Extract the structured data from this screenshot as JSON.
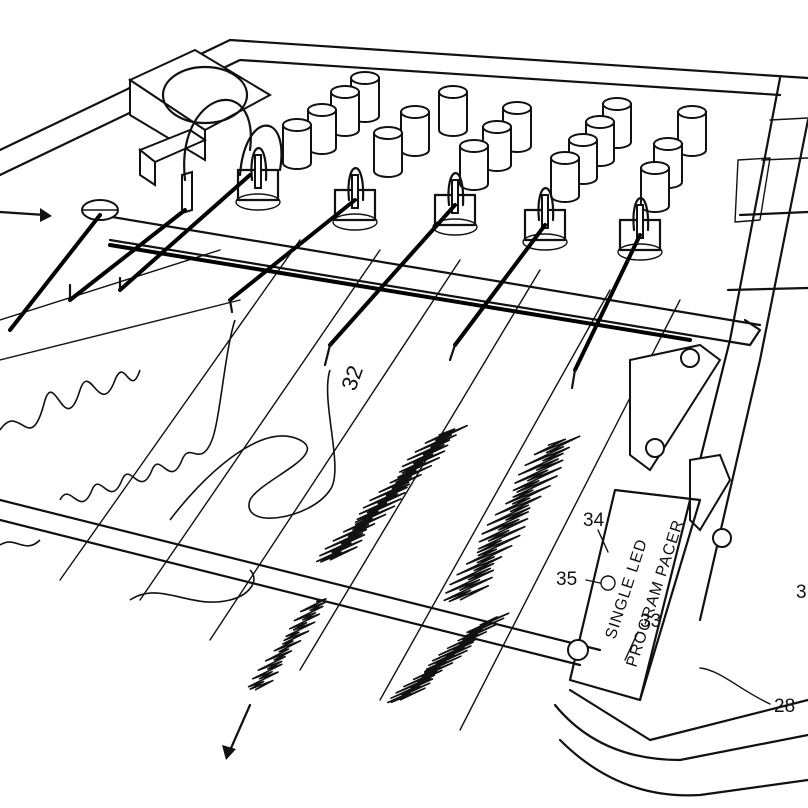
{
  "labels": {
    "ref_32": "32",
    "ref_34": "34",
    "ref_35": "35",
    "ref_33": "33",
    "ref_28": "28",
    "ref_3_partial": "3",
    "panel_line1": "SINGLE LED",
    "panel_line2": "PROGRAM PACER"
  },
  "colors": {
    "ink": "#111111",
    "paper": "#ffffff"
  },
  "icons": {
    "feed_arrow": "right-arrow-icon",
    "paper_out_arrow": "down-left-arrow-icon"
  }
}
